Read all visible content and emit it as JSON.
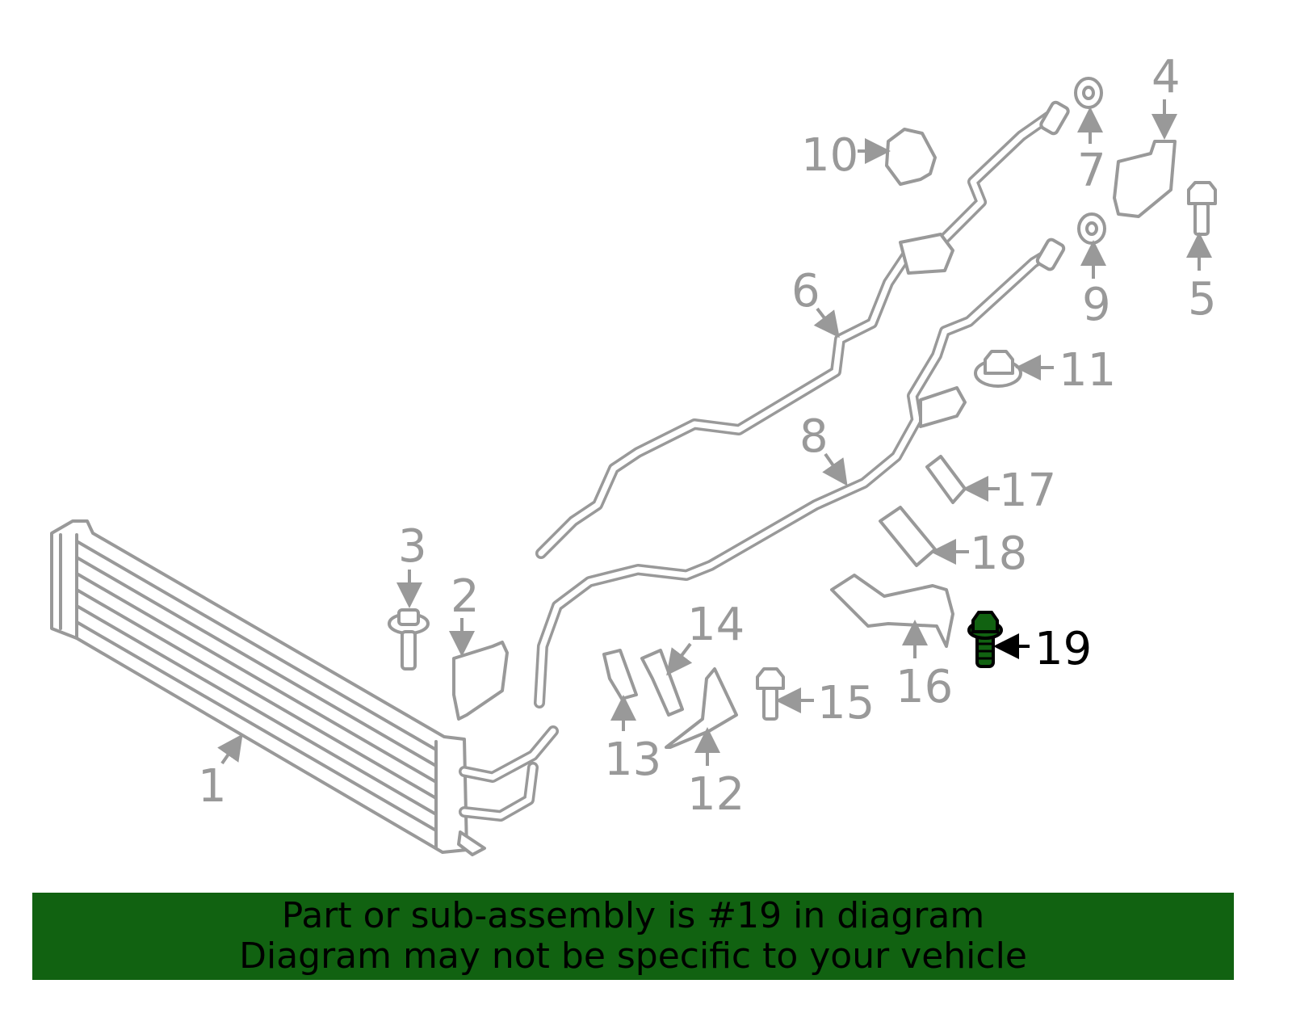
{
  "diagram": {
    "highlighted_part": "19",
    "highlight_color": "#116211",
    "callouts": [
      "1",
      "2",
      "3",
      "4",
      "5",
      "6",
      "7",
      "8",
      "9",
      "10",
      "11",
      "12",
      "13",
      "14",
      "15",
      "16",
      "17",
      "18",
      "19"
    ]
  },
  "banner": {
    "line1": "Part or sub-assembly is #19 in diagram",
    "line2": "Diagram may not be specific to your vehicle",
    "color": "#116211"
  }
}
